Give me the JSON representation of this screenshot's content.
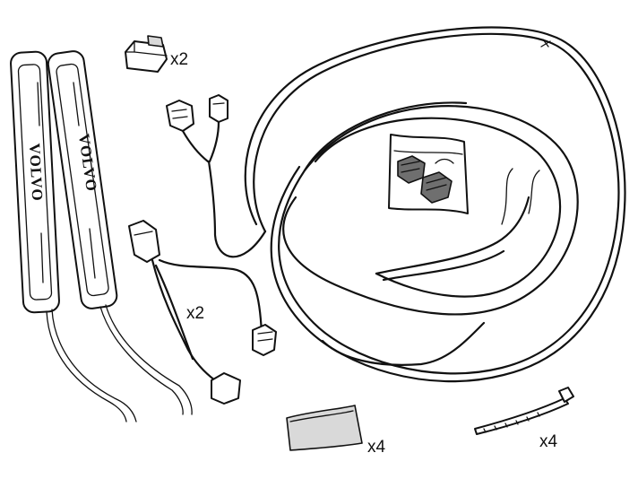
{
  "sill_plates": {
    "brand_text": "VOLVO"
  },
  "quantities": {
    "connector_plug": "x2",
    "sensor_harness": "x2",
    "adhesive_pad": "x4",
    "cable_tie": "x4"
  },
  "colors": {
    "line": "#111111",
    "fill": "#ffffff",
    "shade": "#d9d9d9"
  }
}
